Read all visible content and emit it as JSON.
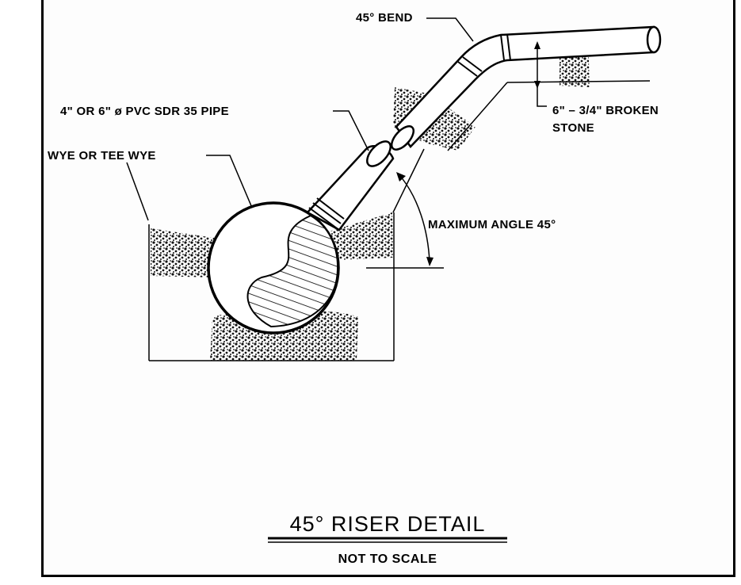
{
  "labels": {
    "bend": "45° BEND",
    "pipe": "4\" OR 6\" ø PVC SDR 35 PIPE",
    "stone_line1": "6\" – 3/4\" BROKEN",
    "stone_line2": "STONE",
    "wye": "WYE OR TEE WYE",
    "angle": "MAXIMUM ANGLE 45°"
  },
  "title": {
    "main": "45° RISER DETAIL",
    "sub": "NOT TO SCALE"
  },
  "colors": {
    "ink": "#000000",
    "paper": "#ffffff",
    "stone": "#1a1a1a"
  }
}
